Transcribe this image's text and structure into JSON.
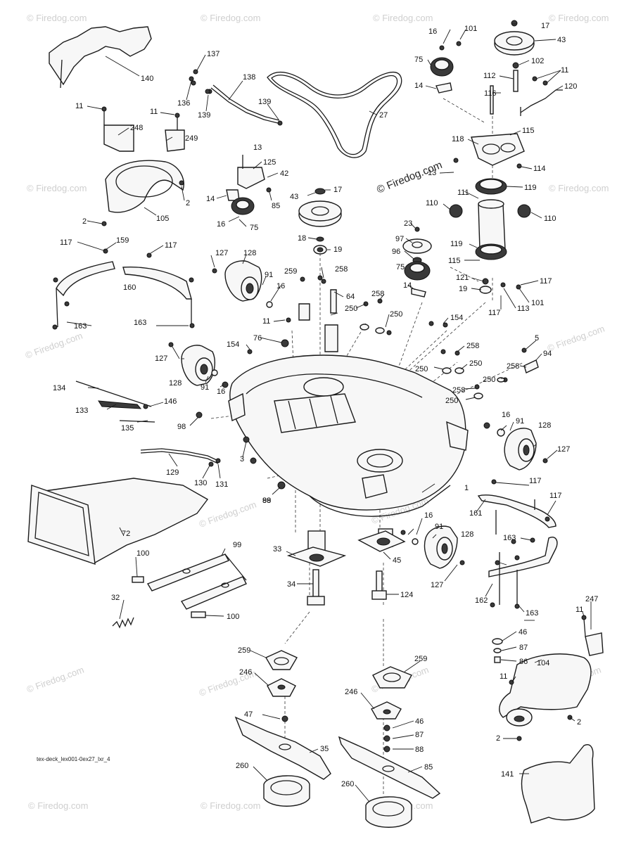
{
  "watermark": "© Firedog.com",
  "drawing_id": "tex-deck_lex001-0ex27_lxr_4",
  "callouts": [
    {
      "id": "c1",
      "text": "1"
    },
    {
      "id": "c2a",
      "text": "2"
    },
    {
      "id": "c2b",
      "text": "2"
    },
    {
      "id": "c2c",
      "text": "2"
    },
    {
      "id": "c2d",
      "text": "2"
    },
    {
      "id": "c3",
      "text": "3"
    },
    {
      "id": "c5",
      "text": "5"
    },
    {
      "id": "c11a",
      "text": "11"
    },
    {
      "id": "c11b",
      "text": "11"
    },
    {
      "id": "c11c",
      "text": "11"
    },
    {
      "id": "c11d",
      "text": "11"
    },
    {
      "id": "c11e",
      "text": "11"
    },
    {
      "id": "c11f",
      "text": "11"
    },
    {
      "id": "c13a",
      "text": "13"
    },
    {
      "id": "c13b",
      "text": "13"
    },
    {
      "id": "c14a",
      "text": "14"
    },
    {
      "id": "c14b",
      "text": "14"
    },
    {
      "id": "c14c",
      "text": "14"
    },
    {
      "id": "c16a",
      "text": "16"
    },
    {
      "id": "c16b",
      "text": "16"
    },
    {
      "id": "c16c",
      "text": "16"
    },
    {
      "id": "c16d",
      "text": "16"
    },
    {
      "id": "c16e",
      "text": "16"
    },
    {
      "id": "c16f",
      "text": "16"
    },
    {
      "id": "c17a",
      "text": "17"
    },
    {
      "id": "c17b",
      "text": "17"
    },
    {
      "id": "c18",
      "text": "18"
    },
    {
      "id": "c19a",
      "text": "19"
    },
    {
      "id": "c19b",
      "text": "19"
    },
    {
      "id": "c23",
      "text": "23"
    },
    {
      "id": "c27",
      "text": "27"
    },
    {
      "id": "c32",
      "text": "32"
    },
    {
      "id": "c33",
      "text": "33"
    },
    {
      "id": "c34",
      "text": "34"
    },
    {
      "id": "c35",
      "text": "35"
    },
    {
      "id": "c42",
      "text": "42"
    },
    {
      "id": "c43a",
      "text": "43"
    },
    {
      "id": "c43b",
      "text": "43"
    },
    {
      "id": "c45",
      "text": "45"
    },
    {
      "id": "c46a",
      "text": "46"
    },
    {
      "id": "c46b",
      "text": "46"
    },
    {
      "id": "c47",
      "text": "47"
    },
    {
      "id": "c64",
      "text": "64"
    },
    {
      "id": "c72",
      "text": "72"
    },
    {
      "id": "c75a",
      "text": "75"
    },
    {
      "id": "c75b",
      "text": "75"
    },
    {
      "id": "c75c",
      "text": "75"
    },
    {
      "id": "c76",
      "text": "76"
    },
    {
      "id": "c85",
      "text": "85"
    },
    {
      "id": "c86",
      "text": "86"
    },
    {
      "id": "c87a",
      "text": "87"
    },
    {
      "id": "c87b",
      "text": "87"
    },
    {
      "id": "c88",
      "text": "88"
    },
    {
      "id": "c89",
      "text": "89"
    },
    {
      "id": "c85b",
      "text": "85"
    },
    {
      "id": "c91a",
      "text": "91"
    },
    {
      "id": "c91b",
      "text": "91"
    },
    {
      "id": "c91c",
      "text": "91"
    },
    {
      "id": "c91d",
      "text": "91"
    },
    {
      "id": "c94",
      "text": "94"
    },
    {
      "id": "c96",
      "text": "96"
    },
    {
      "id": "c97",
      "text": "97"
    },
    {
      "id": "c98a",
      "text": "98"
    },
    {
      "id": "c98b",
      "text": "98"
    },
    {
      "id": "c99",
      "text": "99"
    },
    {
      "id": "c100a",
      "text": "100"
    },
    {
      "id": "c100b",
      "text": "100"
    },
    {
      "id": "c101a",
      "text": "101"
    },
    {
      "id": "c101b",
      "text": "101"
    },
    {
      "id": "c102",
      "text": "102"
    },
    {
      "id": "c104",
      "text": "104"
    },
    {
      "id": "c105",
      "text": "105"
    },
    {
      "id": "c110a",
      "text": "110"
    },
    {
      "id": "c110b",
      "text": "110"
    },
    {
      "id": "c111",
      "text": "111"
    },
    {
      "id": "c112",
      "text": "112"
    },
    {
      "id": "c113",
      "text": "113"
    },
    {
      "id": "c114",
      "text": "114"
    },
    {
      "id": "c115a",
      "text": "115"
    },
    {
      "id": "c115b",
      "text": "115"
    },
    {
      "id": "c116",
      "text": "116"
    },
    {
      "id": "c117a",
      "text": "117"
    },
    {
      "id": "c117b",
      "text": "117"
    },
    {
      "id": "c117c",
      "text": "117"
    },
    {
      "id": "c117d",
      "text": "117"
    },
    {
      "id": "c117e",
      "text": "117"
    },
    {
      "id": "c117f",
      "text": "117"
    },
    {
      "id": "c118",
      "text": "118"
    },
    {
      "id": "c119a",
      "text": "119"
    },
    {
      "id": "c119b",
      "text": "119"
    },
    {
      "id": "c120",
      "text": "120"
    },
    {
      "id": "c121",
      "text": "121"
    },
    {
      "id": "c124",
      "text": "124"
    },
    {
      "id": "c125",
      "text": "125"
    },
    {
      "id": "c127a",
      "text": "127"
    },
    {
      "id": "c127b",
      "text": "127"
    },
    {
      "id": "c127c",
      "text": "127"
    },
    {
      "id": "c127d",
      "text": "127"
    },
    {
      "id": "c128a",
      "text": "128"
    },
    {
      "id": "c128b",
      "text": "128"
    },
    {
      "id": "c128c",
      "text": "128"
    },
    {
      "id": "c128d",
      "text": "128"
    },
    {
      "id": "c129",
      "text": "129"
    },
    {
      "id": "c130",
      "text": "130"
    },
    {
      "id": "c131",
      "text": "131"
    },
    {
      "id": "c133",
      "text": "133"
    },
    {
      "id": "c134",
      "text": "134"
    },
    {
      "id": "c135",
      "text": "135"
    },
    {
      "id": "c136",
      "text": "136"
    },
    {
      "id": "c137",
      "text": "137"
    },
    {
      "id": "c138",
      "text": "138"
    },
    {
      "id": "c139a",
      "text": "139"
    },
    {
      "id": "c139b",
      "text": "139"
    },
    {
      "id": "c140",
      "text": "140"
    },
    {
      "id": "c141",
      "text": "141"
    },
    {
      "id": "c146",
      "text": "146"
    },
    {
      "id": "c154a",
      "text": "154"
    },
    {
      "id": "c154b",
      "text": "154"
    },
    {
      "id": "c159",
      "text": "159"
    },
    {
      "id": "c160",
      "text": "160"
    },
    {
      "id": "c161",
      "text": "161"
    },
    {
      "id": "c162",
      "text": "162"
    },
    {
      "id": "c163a",
      "text": "163"
    },
    {
      "id": "c163b",
      "text": "163"
    },
    {
      "id": "c163c",
      "text": "163"
    },
    {
      "id": "c163d",
      "text": "163"
    },
    {
      "id": "c246a",
      "text": "246"
    },
    {
      "id": "c246b",
      "text": "246"
    },
    {
      "id": "c247",
      "text": "247"
    },
    {
      "id": "c248",
      "text": "248"
    },
    {
      "id": "c249",
      "text": "249"
    },
    {
      "id": "c250a",
      "text": "250"
    },
    {
      "id": "c250b",
      "text": "250"
    },
    {
      "id": "c250c",
      "text": "250"
    },
    {
      "id": "c250d",
      "text": "250"
    },
    {
      "id": "c250e",
      "text": "250"
    },
    {
      "id": "c250f",
      "text": "250"
    },
    {
      "id": "c258a",
      "text": "258"
    },
    {
      "id": "c258b",
      "text": "258"
    },
    {
      "id": "c258c",
      "text": "258"
    },
    {
      "id": "c258d",
      "text": "258"
    },
    {
      "id": "c258e",
      "text": "258"
    },
    {
      "id": "c259a",
      "text": "259"
    },
    {
      "id": "c259b",
      "text": "259"
    },
    {
      "id": "c259c",
      "text": "259"
    },
    {
      "id": "c260a",
      "text": "260"
    },
    {
      "id": "c260b",
      "text": "260"
    }
  ]
}
